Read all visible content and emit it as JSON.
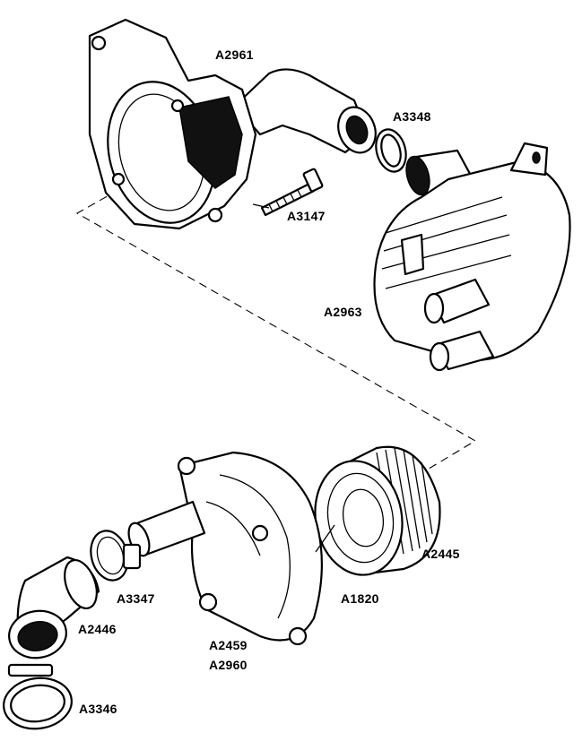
{
  "labels": {
    "a2961": "A2961",
    "a3348": "A3348",
    "a3147": "A3147",
    "a2963": "A2963",
    "a2445": "A2445",
    "a3347": "A3347",
    "a1820": "A1820",
    "a2446": "A2446",
    "a2459": "A2459",
    "a2960": "A2960",
    "a3346": "A3346"
  }
}
